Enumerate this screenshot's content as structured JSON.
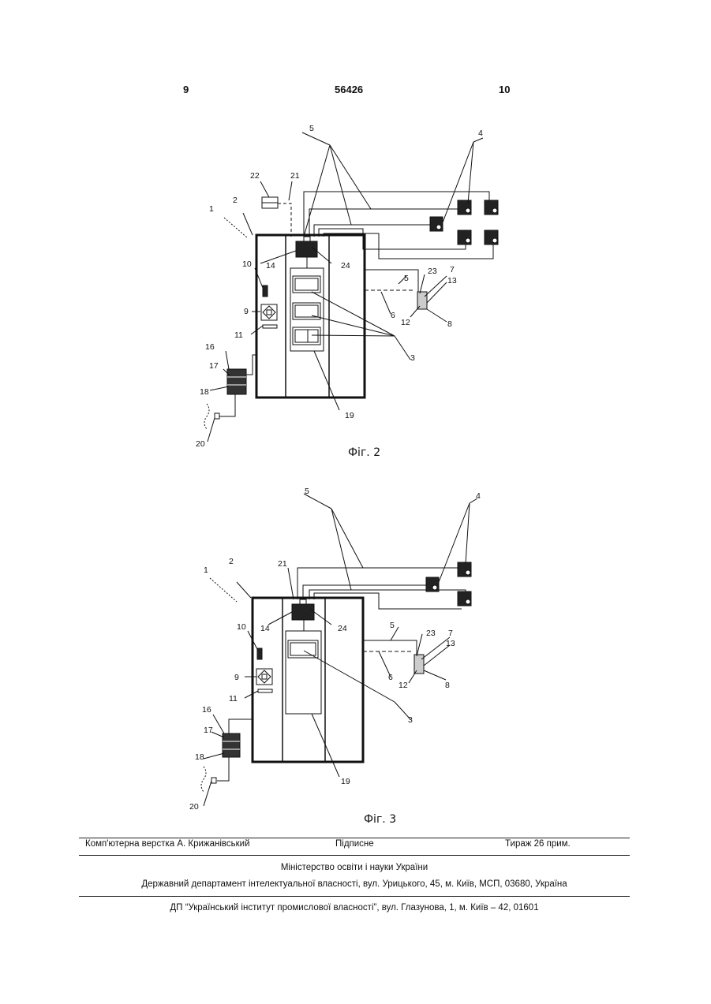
{
  "header": {
    "left": "9",
    "center": "56426",
    "right": "10"
  },
  "figure2": {
    "caption": "Фіг. 2",
    "labels": [
      "1",
      "2",
      "3",
      "4",
      "5",
      "6",
      "7",
      "8",
      "9",
      "10",
      "11",
      "12",
      "13",
      "14",
      "16",
      "17",
      "18",
      "19",
      "20",
      "21",
      "22",
      "23",
      "24"
    ]
  },
  "figure3": {
    "caption": "Фіг. 3",
    "labels": [
      "1",
      "2",
      "3",
      "4",
      "5",
      "6",
      "7",
      "8",
      "9",
      "10",
      "11",
      "12",
      "13",
      "14",
      "16",
      "17",
      "18",
      "19",
      "20",
      "21",
      "23",
      "24"
    ]
  },
  "footer": {
    "composer": "Комп'ютерна верстка А. Крижанівський",
    "signed": "Підписне",
    "circulation": "Тираж 26 прим.",
    "ministry": "Міністерство освіти і науки України",
    "department": "Державний департамент інтелектуальної власності, вул. Урицького, 45, м. Київ, МСП, 03680, Україна",
    "institute": "ДП “Український інститут промислової власності”, вул. Глазунова, 1, м. Київ – 42, 01601"
  }
}
